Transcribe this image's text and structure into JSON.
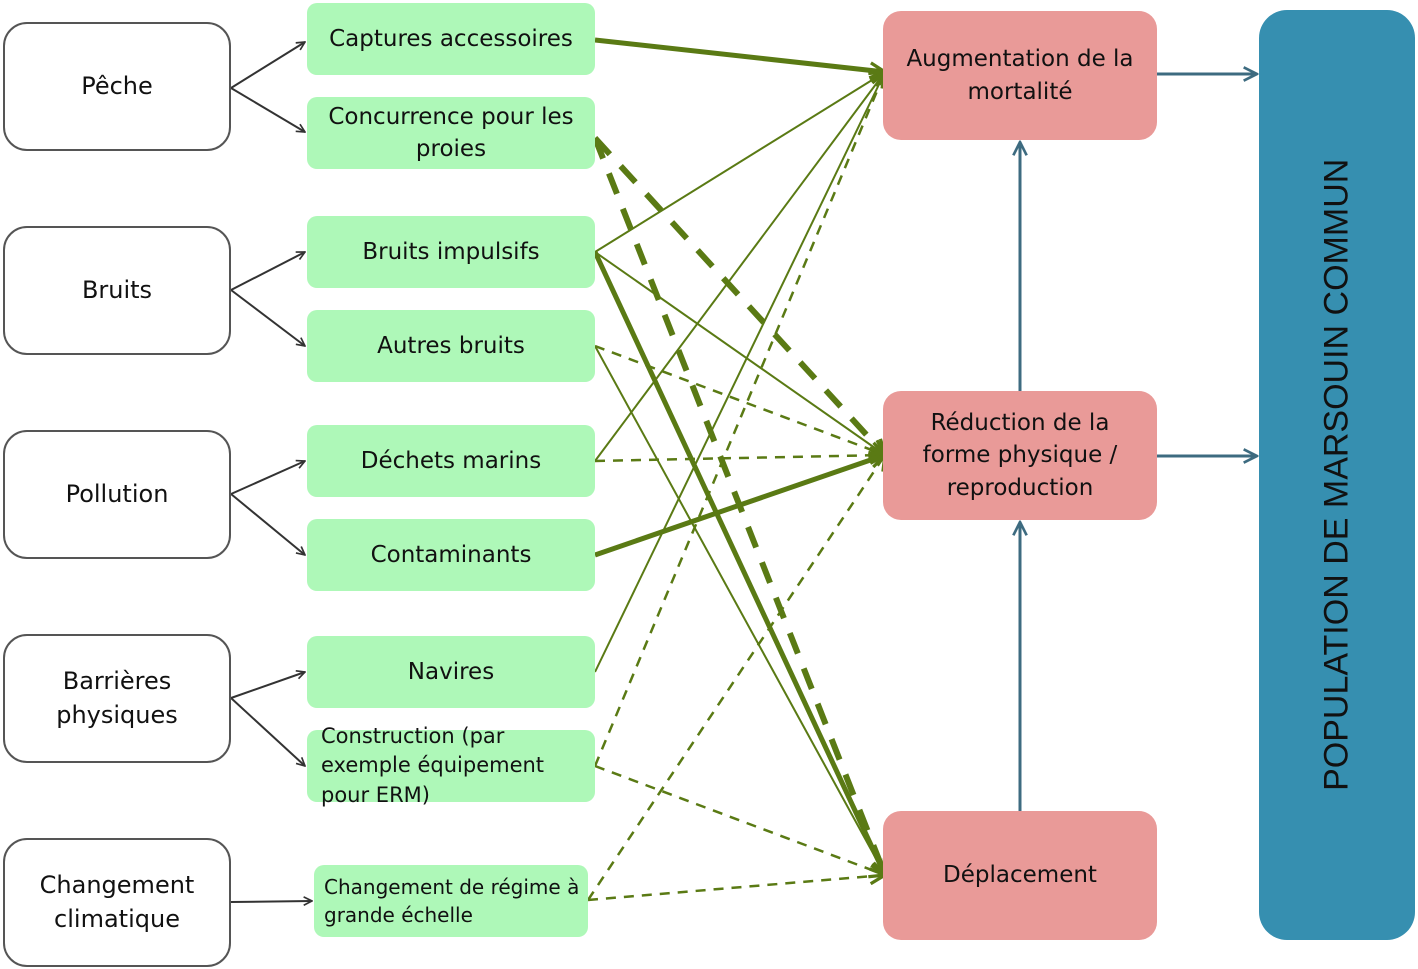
{
  "diagram": {
    "title": "",
    "colors": {
      "source_fill": "#ffffff",
      "source_border": "#555555",
      "pressure_fill": "#aef8b8",
      "effect_fill": "#e99a98",
      "population_fill": "#368fb0",
      "pressure_edge": "#5a7a14",
      "effect_edge": "#3d6b80",
      "source_edge": "#333333"
    },
    "sources": [
      {
        "id": "peche",
        "label": "Pêche"
      },
      {
        "id": "bruits",
        "label": "Bruits"
      },
      {
        "id": "pollution",
        "label": "Pollution"
      },
      {
        "id": "barrieres",
        "label": "Barrières physiques"
      },
      {
        "id": "climat",
        "label": "Changement climatique"
      }
    ],
    "pressures": [
      {
        "id": "captures",
        "label": "Captures accessoires",
        "source": "peche"
      },
      {
        "id": "concurrence",
        "label": "Concurrence pour les proies",
        "source": "peche"
      },
      {
        "id": "impulsifs",
        "label": "Bruits impulsifs",
        "source": "bruits"
      },
      {
        "id": "autres",
        "label": "Autres bruits",
        "source": "bruits"
      },
      {
        "id": "dechets",
        "label": "Déchets marins",
        "source": "pollution"
      },
      {
        "id": "contaminants",
        "label": "Contaminants",
        "source": "pollution"
      },
      {
        "id": "navires",
        "label": "Navires",
        "source": "barrieres"
      },
      {
        "id": "construction",
        "label": "Construction (par exemple équipement pour ERM)",
        "source": "barrieres"
      },
      {
        "id": "regime",
        "label": "Changement de régime à grande échelle",
        "source": "climat"
      }
    ],
    "effects": [
      {
        "id": "mortalite",
        "label": "Augmentation de la mortalité"
      },
      {
        "id": "reduction",
        "label": "Réduction de la forme physique / reproduction"
      },
      {
        "id": "deplacement",
        "label": "Déplacement"
      }
    ],
    "population": {
      "id": "population",
      "label": "POPULATION DE MARSOUIN COMMUN"
    },
    "impact_links": [
      {
        "from": "captures",
        "to": "mortalite",
        "style": "thick-solid"
      },
      {
        "from": "concurrence",
        "to": "reduction",
        "style": "thick-dashed"
      },
      {
        "from": "concurrence",
        "to": "deplacement",
        "style": "thick-dashed"
      },
      {
        "from": "impulsifs",
        "to": "mortalite",
        "style": "solid"
      },
      {
        "from": "impulsifs",
        "to": "reduction",
        "style": "solid"
      },
      {
        "from": "impulsifs",
        "to": "deplacement",
        "style": "thick-solid"
      },
      {
        "from": "autres",
        "to": "reduction",
        "style": "dashed"
      },
      {
        "from": "autres",
        "to": "deplacement",
        "style": "solid"
      },
      {
        "from": "dechets",
        "to": "mortalite",
        "style": "solid"
      },
      {
        "from": "dechets",
        "to": "reduction",
        "style": "dashed"
      },
      {
        "from": "contaminants",
        "to": "reduction",
        "style": "thick-solid"
      },
      {
        "from": "navires",
        "to": "mortalite",
        "style": "solid"
      },
      {
        "from": "construction",
        "to": "mortalite",
        "style": "dashed"
      },
      {
        "from": "construction",
        "to": "deplacement",
        "style": "dashed"
      },
      {
        "from": "regime",
        "to": "reduction",
        "style": "dashed"
      },
      {
        "from": "regime",
        "to": "deplacement",
        "style": "dashed"
      }
    ],
    "effect_links": [
      {
        "from": "deplacement",
        "to": "reduction"
      },
      {
        "from": "reduction",
        "to": "mortalite"
      },
      {
        "from": "mortalite",
        "to": "population"
      },
      {
        "from": "reduction",
        "to": "population"
      }
    ]
  }
}
